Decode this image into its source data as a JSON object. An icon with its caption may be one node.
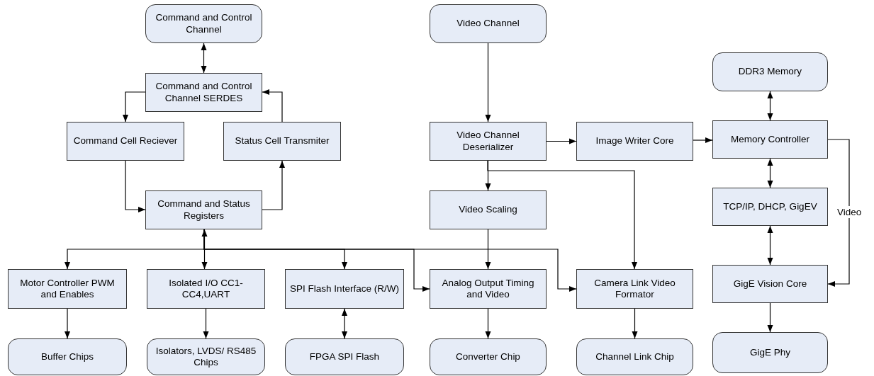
{
  "diagram": {
    "nodes": [
      {
        "text": [
          "Command and Control Channel"
        ]
      },
      {
        "text": [
          "Video Channel"
        ]
      },
      {
        "text": [
          "DDR3 Memory"
        ]
      },
      {
        "text": [
          "Command and Control Channel SERDES"
        ]
      },
      {
        "text": [
          "Command Cell Reciever"
        ]
      },
      {
        "text": [
          "Status Cell Transmiter"
        ]
      },
      {
        "text": [
          "Video Channel Deserializer"
        ]
      },
      {
        "text": [
          "Image Writer Core"
        ]
      },
      {
        "text": [
          "Memory Controller"
        ]
      },
      {
        "text": [
          "Command and Status Registers"
        ]
      },
      {
        "text": [
          "Video Scaling"
        ]
      },
      {
        "text": [
          "TCP/IP, DHCP, GigEV"
        ]
      },
      {
        "text": [
          "Motor Controller PWM and Enables"
        ]
      },
      {
        "text": [
          "Isolated I/O CC1-CC4,UART"
        ]
      },
      {
        "text": [
          "SPI Flash Interface (R/W)"
        ]
      },
      {
        "text": [
          "Analog Output Timing and Video"
        ]
      },
      {
        "text": [
          "Camera Link Video Formator"
        ]
      },
      {
        "text": [
          "GigE Vision Core"
        ]
      },
      {
        "text": [
          "Buffer Chips"
        ]
      },
      {
        "text": [
          "Isolators, LVDS/ RS485 Chips"
        ]
      },
      {
        "text": [
          "FPGA SPI Flash"
        ]
      },
      {
        "text": [
          "Converter Chip"
        ]
      },
      {
        "text": [
          "Channel Link Chip"
        ]
      },
      {
        "text": [
          "GigE Phy"
        ]
      }
    ],
    "edges": [
      {
        "from": 0,
        "to": 3,
        "arrow": "both"
      },
      {
        "from": 3,
        "to": 4,
        "arrow": "to"
      },
      {
        "from": 5,
        "to": 3,
        "arrow": "to"
      },
      {
        "from": 4,
        "to": 9,
        "arrow": "to"
      },
      {
        "from": 9,
        "to": 5,
        "arrow": "to"
      },
      {
        "from": 9,
        "to": 12,
        "arrow": "to"
      },
      {
        "from": 9,
        "to": 13,
        "arrow": "both"
      },
      {
        "from": 9,
        "to": 14,
        "arrow": "to"
      },
      {
        "from": 9,
        "to": 15,
        "arrow": "to"
      },
      {
        "from": 9,
        "to": 16,
        "arrow": "to"
      },
      {
        "from": 1,
        "to": 6,
        "arrow": "to"
      },
      {
        "from": 6,
        "to": 7,
        "arrow": "to"
      },
      {
        "from": 7,
        "to": 8,
        "arrow": "to"
      },
      {
        "from": 6,
        "to": 10,
        "arrow": "to"
      },
      {
        "from": 6,
        "to": 16,
        "arrow": "to"
      },
      {
        "from": 10,
        "to": 15,
        "arrow": "to"
      },
      {
        "from": 2,
        "to": 8,
        "arrow": "both"
      },
      {
        "from": 8,
        "to": 11,
        "arrow": "both"
      },
      {
        "from": 11,
        "to": 17,
        "arrow": "both"
      },
      {
        "from": 8,
        "to": 17,
        "arrow": "to",
        "label": "Video"
      },
      {
        "from": 17,
        "to": 23,
        "arrow": "to"
      },
      {
        "from": 12,
        "to": 18,
        "arrow": "to"
      },
      {
        "from": 13,
        "to": 19,
        "arrow": "to"
      },
      {
        "from": 14,
        "to": 20,
        "arrow": "both"
      },
      {
        "from": 15,
        "to": 21,
        "arrow": "to"
      },
      {
        "from": 16,
        "to": 22,
        "arrow": "to"
      }
    ]
  }
}
